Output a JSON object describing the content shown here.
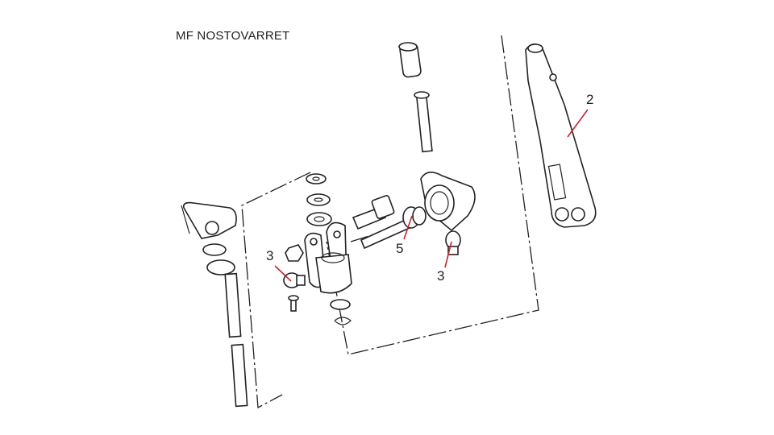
{
  "title": "MF NOSTOVARRET",
  "callouts": [
    {
      "label": "2"
    },
    {
      "label": "3"
    },
    {
      "label": "5"
    },
    {
      "label": "3"
    }
  ],
  "colors": {
    "callout_line": "#c0282d",
    "drawing": "#222222"
  }
}
